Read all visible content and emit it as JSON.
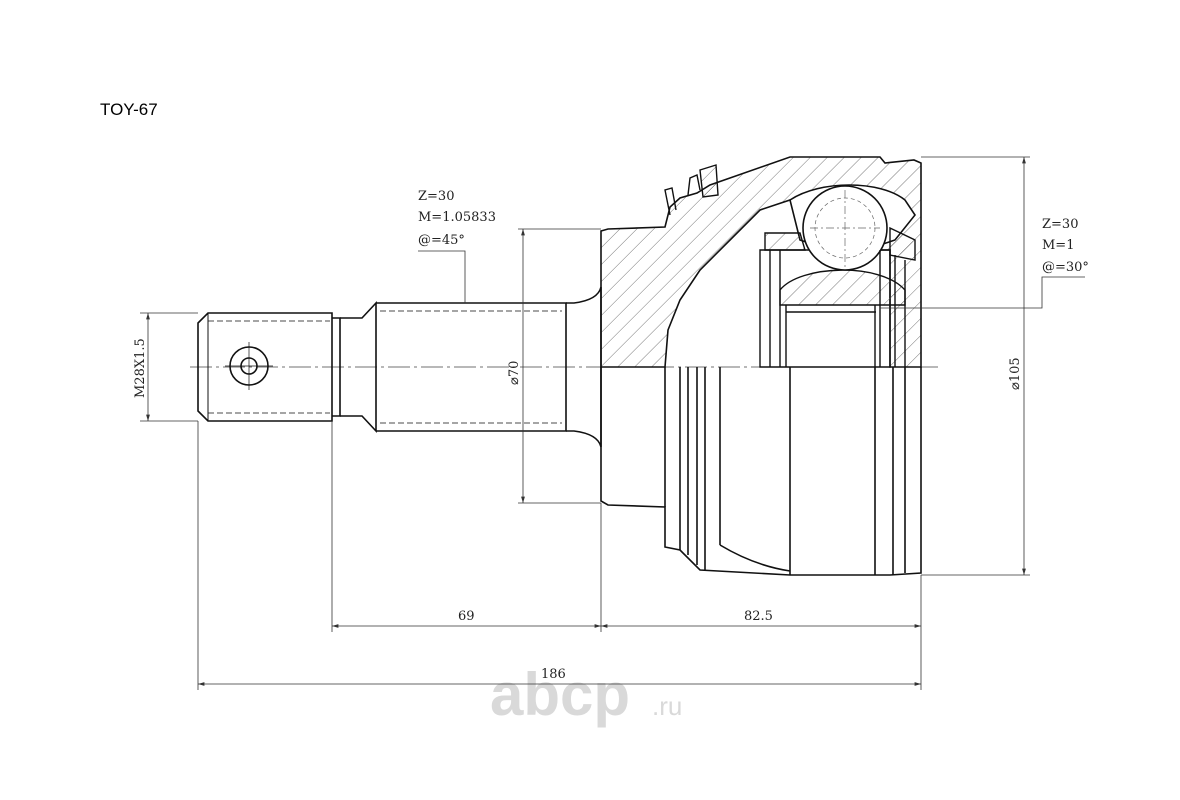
{
  "part_code": "TOY-67",
  "spline_left": {
    "z": "Z=30",
    "m": "M=1.05833",
    "angle": "@=45°"
  },
  "spline_right": {
    "z": "Z=30",
    "m": "M=1",
    "angle": "@=30°"
  },
  "dimensions": {
    "thread": "M28X1.5",
    "shaft_dia": "⌀70",
    "outer_dia": "⌀105",
    "len_shaft": "69",
    "len_body": "82.5",
    "len_total": "186"
  },
  "watermark": {
    "brand": "abcp",
    "suffix": ".ru"
  }
}
